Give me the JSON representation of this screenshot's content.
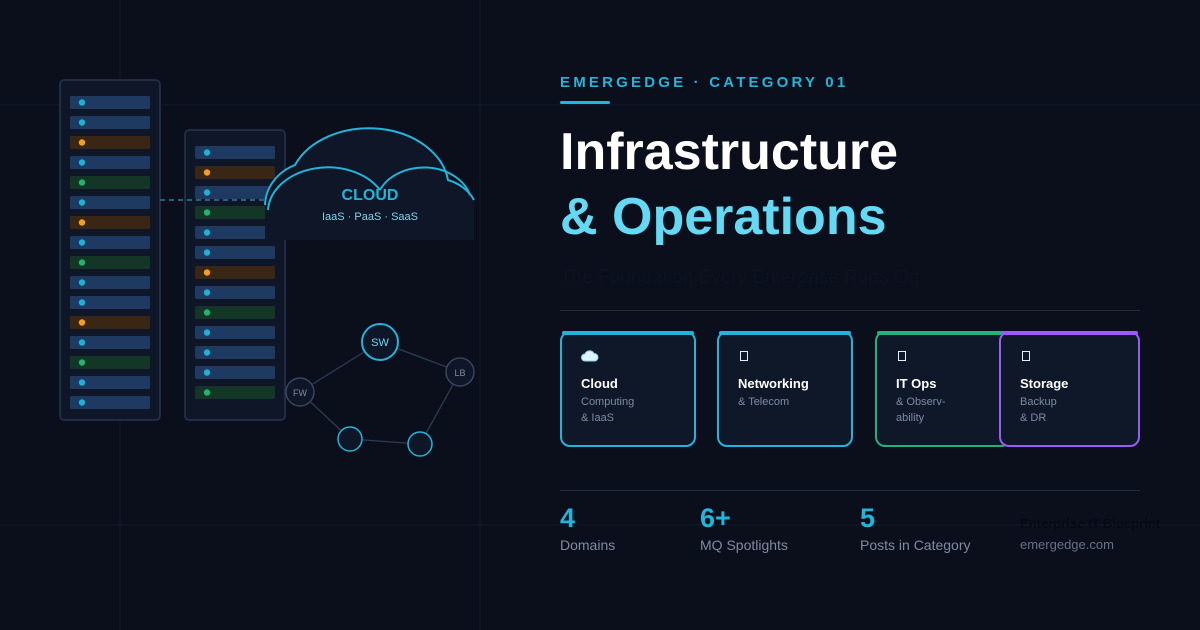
{
  "header": {
    "category": "EMERGEDGE · CATEGORY 01",
    "title_line1": "Infrastructure",
    "title_line2": "& Operations",
    "subtitle": "The Foundation Every Enterprise Runs On"
  },
  "illustration": {
    "cloud_label": "CLOUD",
    "cloud_sub": "IaaS · PaaS · SaaS",
    "nodes": [
      "SW",
      "LB",
      "FW"
    ]
  },
  "cards": [
    {
      "name": "Cloud",
      "desc1": "Computing",
      "desc2": "& IaaS",
      "icon": "cloud-icon",
      "accent": "#23b4d9"
    },
    {
      "name": "Networking",
      "desc1": "& Telecom",
      "desc2": "",
      "icon": "missing-glyph-icon",
      "accent": "#23b4d9"
    },
    {
      "name": "IT Ops",
      "desc1": "& Observ-",
      "desc2": "ability",
      "icon": "missing-glyph-icon",
      "accent": "#24b07a"
    },
    {
      "name": "Storage",
      "desc1": "Backup",
      "desc2": "& DR",
      "icon": "missing-glyph-icon",
      "accent": "#9a5cf2"
    }
  ],
  "stats": [
    {
      "value": "4",
      "label": "Domains"
    },
    {
      "value": "6+",
      "label": "MQ Spotlights"
    },
    {
      "value": "5",
      "label": "Posts in Category"
    }
  ],
  "brand": {
    "name": "Enterprise IT Blueprint",
    "url": "emergedge.com"
  },
  "colors": {
    "background": "#0b0f1c",
    "accent_cyan": "#23b4d9",
    "title_cyan": "#63d9f4",
    "accent_green": "#24b07a",
    "accent_purple": "#9a5cf2",
    "status_orange": "#f59e1b"
  }
}
